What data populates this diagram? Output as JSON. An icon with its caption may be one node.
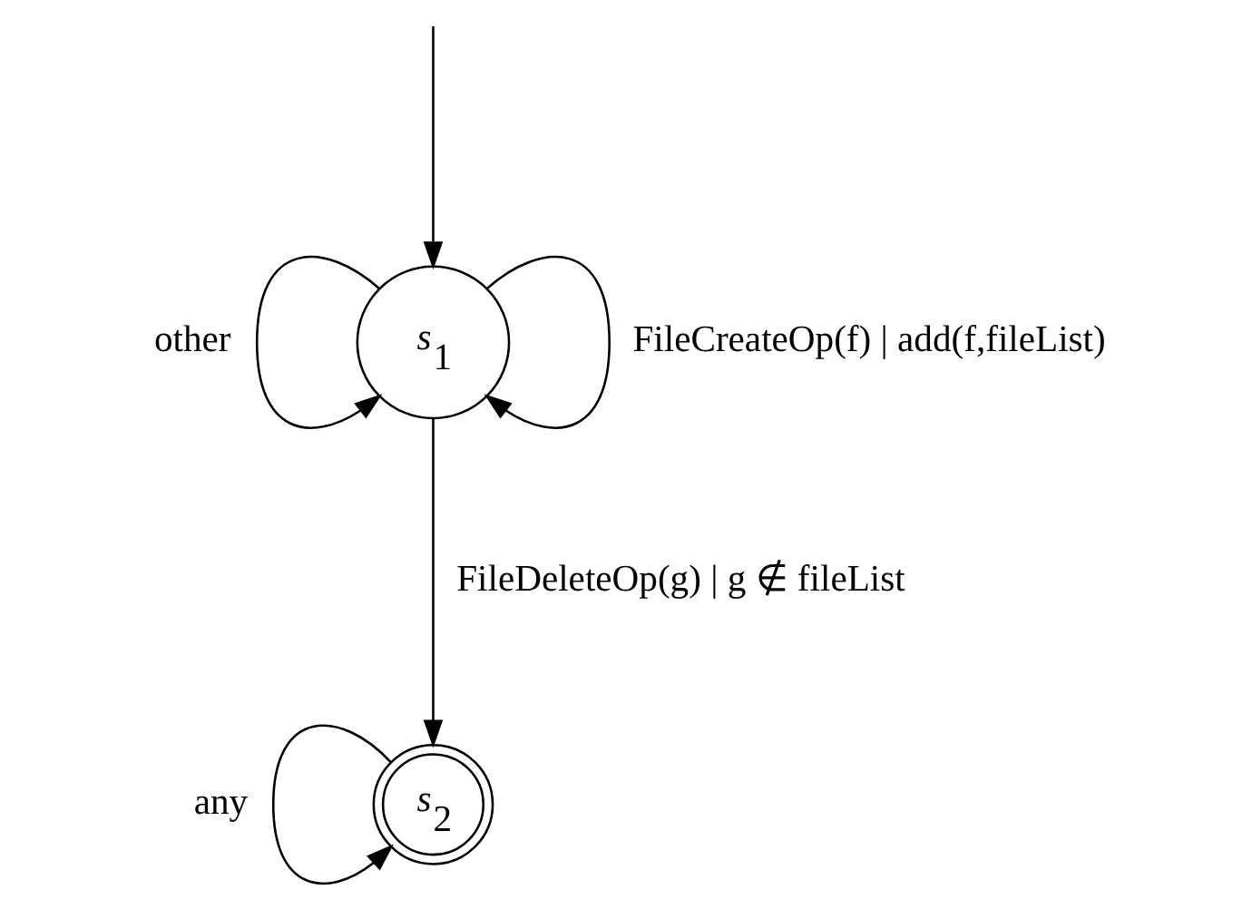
{
  "diagram": {
    "nodes": [
      {
        "text": [
          "s$_{1}$"
        ]
      },
      {
        "text": [
          "s$_{2}$"
        ]
      }
    ],
    "edges": [
      {
        "from": null,
        "to": 0,
        "arrow": "to"
      },
      {
        "from": 0,
        "to": 0,
        "arrow": "to",
        "label": "other"
      },
      {
        "from": 0,
        "to": 0,
        "arrow": "to",
        "label": "FileCreateOp(f) | add(f,fileList)"
      },
      {
        "from": 0,
        "to": 1,
        "arrow": "to",
        "label": "FileDeleteOp(g) | g ∉ fileList"
      },
      {
        "from": 1,
        "to": 1,
        "arrow": "to",
        "label": "any"
      }
    ]
  }
}
